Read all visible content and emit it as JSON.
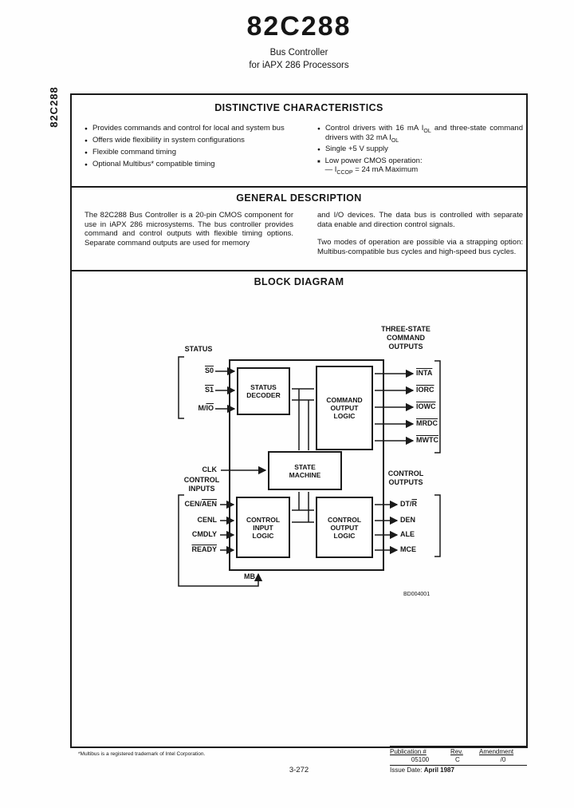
{
  "header": {
    "title": "82C288",
    "subtitle1": "Bus Controller",
    "subtitle2": "for iAPX 286 Processors",
    "side_label": "82C288"
  },
  "distinctive": {
    "heading": "DISTINCTIVE CHARACTERISTICS",
    "left_bullets": [
      "Provides commands and control for local and system bus",
      "Offers wide flexibility in system configurations",
      "Flexible command timing",
      "Optional Multibus* compatible timing"
    ],
    "right_bullets": {
      "b1": {
        "a": "Control drivers with 16 mA I",
        "sub1": "OL",
        "b": " and three-state command drivers with 32 mA I",
        "sub2": "OL"
      },
      "b2": "Single +5 V supply",
      "b3": {
        "a": "Low power CMOS operation:",
        "line2_pre": "— I",
        "line2_sub": "CCOP",
        "line2_post": " = 24 mA Maximum"
      }
    }
  },
  "general": {
    "heading": "GENERAL DESCRIPTION",
    "left_paragraph": "The 82C288 Bus Controller is a 20-pin CMOS component for use in iAPX 286 microsystems. The bus controller provides command and control outputs with flexible timing options. Separate command outputs are used for memory",
    "right_paragraph1": "and I/O devices. The data bus is controlled with separate data enable and direction control signals.",
    "right_paragraph2": "Two modes of operation are possible via a strapping option: Multibus-compatible bus cycles and high-speed bus cycles."
  },
  "diagram": {
    "heading": "BLOCK DIAGRAM",
    "labels": {
      "status": "STATUS",
      "three_state": "THREE-STATE\nCOMMAND\nOUTPUTS",
      "control_inputs": "CONTROL\nINPUTS",
      "control_outputs": "CONTROL\nOUTPUTS",
      "clk": "CLK",
      "mb": "MB",
      "ref": "BD004001"
    },
    "boxes": {
      "status_decoder": "STATUS\nDECODER",
      "command_output_logic": "COMMAND\nOUTPUT\nLOGIC",
      "state_machine": "STATE\nMACHINE",
      "control_input_logic": "CONTROL\nINPUT\nLOGIC",
      "control_output_logic": "CONTROL\nOUTPUT\nLOGIC"
    },
    "status_signals": [
      {
        "pre": "",
        "over": "S0"
      },
      {
        "pre": "",
        "over": "S1"
      },
      {
        "pre": "M/",
        "over": "IO"
      }
    ],
    "command_outputs": [
      {
        "pre": "",
        "over": "INTA"
      },
      {
        "pre": "",
        "over": "IORC"
      },
      {
        "pre": "",
        "over": "IOWC"
      },
      {
        "pre": "",
        "over": "MRDC"
      },
      {
        "pre": "",
        "over": "MWTC"
      }
    ],
    "control_inputs": [
      {
        "pre": "CEN/",
        "over": "AEN"
      },
      {
        "pre": "CENL",
        "over": ""
      },
      {
        "pre": "CMDLY",
        "over": ""
      },
      {
        "pre": "",
        "over": "READY"
      }
    ],
    "control_outputs": [
      {
        "pre": "DT/",
        "over": "R"
      },
      {
        "pre": "DEN",
        "over": ""
      },
      {
        "pre": "ALE",
        "over": ""
      },
      {
        "pre": "MCE",
        "over": ""
      }
    ]
  },
  "footer": {
    "footnote": "*Multibus is a registered trademark of Intel Corporation.",
    "page_number": "3-272",
    "publication_label": "Publication #",
    "rev_label": "Rev.",
    "amendment_label": "Amendment",
    "publication_value": "05100",
    "rev_value": "C",
    "amendment_value": "/0",
    "issue_date_label": "Issue Date:",
    "issue_date_value": "April 1987"
  }
}
